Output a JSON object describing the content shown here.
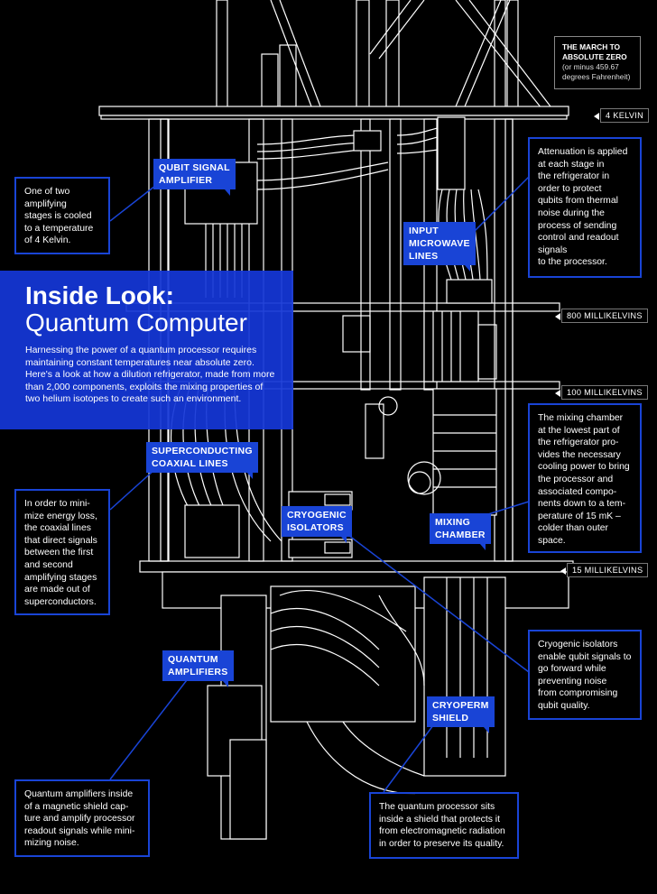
{
  "title": {
    "line1": "Inside Look:",
    "line2": "Quantum Computer"
  },
  "intro": "Harnessing the power of a quantum processor requires maintaining constant temperatures near absolute zero.  Here's a look at how a dilution refrigerator, made from more than 2,000 components, exploits the mixing properties of two helium isotopes to create such an environment.",
  "march": {
    "heading": "THE MARCH TO ABSOLUTE ZERO",
    "sub": "(or minus 459.67 degrees Fahrenheit)"
  },
  "temperatures": [
    "4 KELVIN",
    "800 MILLIKELVINS",
    "100 MILLIKELVINS",
    "15 MILLIKELVINS"
  ],
  "labels": {
    "qubit_signal_amplifier": "QUBIT SIGNAL\nAMPLIFIER",
    "input_microwave_lines": "INPUT\nMICROWAVE\nLINES",
    "superconducting_coaxial_lines": "SUPERCONDUCTING\nCOAXIAL LINES",
    "cryogenic_isolators": "CRYOGENIC\nISOLATORS",
    "mixing_chamber": "MIXING\nCHAMBER",
    "quantum_amplifiers": "QUANTUM\nAMPLIFIERS",
    "cryoperm_shield": "CRYOPERM\nSHIELD"
  },
  "descriptions": {
    "amplifier": "One of two\namplifying\nstages is cooled\nto a temperature\nof 4 Kelvin.",
    "attenuation": "Attenuation is applied\nat each stage in\nthe refrigerator in\norder to protect\nqubits from thermal\nnoise during the\nprocess of sending\ncontrol and readout\nsignals\nto the processor.",
    "mixing": "The mixing chamber\nat the lowest part of\nthe refrigerator pro-\nvides the necessary\ncooling power to bring\nthe processor and\nassociated compo-\nnents down to a tem-\nperature of 15 mK –\ncolder than outer\nspace.",
    "coaxial": "In order to mini-\nmize energy loss,\nthe coaxial lines\nthat direct signals\nbetween the first\nand second\namplifying stages\nare made out of\nsuperconductors.",
    "isolators": "Cryogenic isolators\nenable qubit signals to\ngo forward while\npreventing noise\nfrom compromising\nqubit quality.",
    "quantum_amps": "Quantum amplifiers inside\nof a magnetic shield cap-\nture and amplify processor\nreadout signals while mini-\nmizing noise.",
    "shield": "The quantum processor sits\ninside a shield that protects it\nfrom electromagnetic radiation\nin order to preserve its quality."
  },
  "colors": {
    "accent": "#1944d6",
    "background": "#000000",
    "line_art": "#ffffff"
  }
}
